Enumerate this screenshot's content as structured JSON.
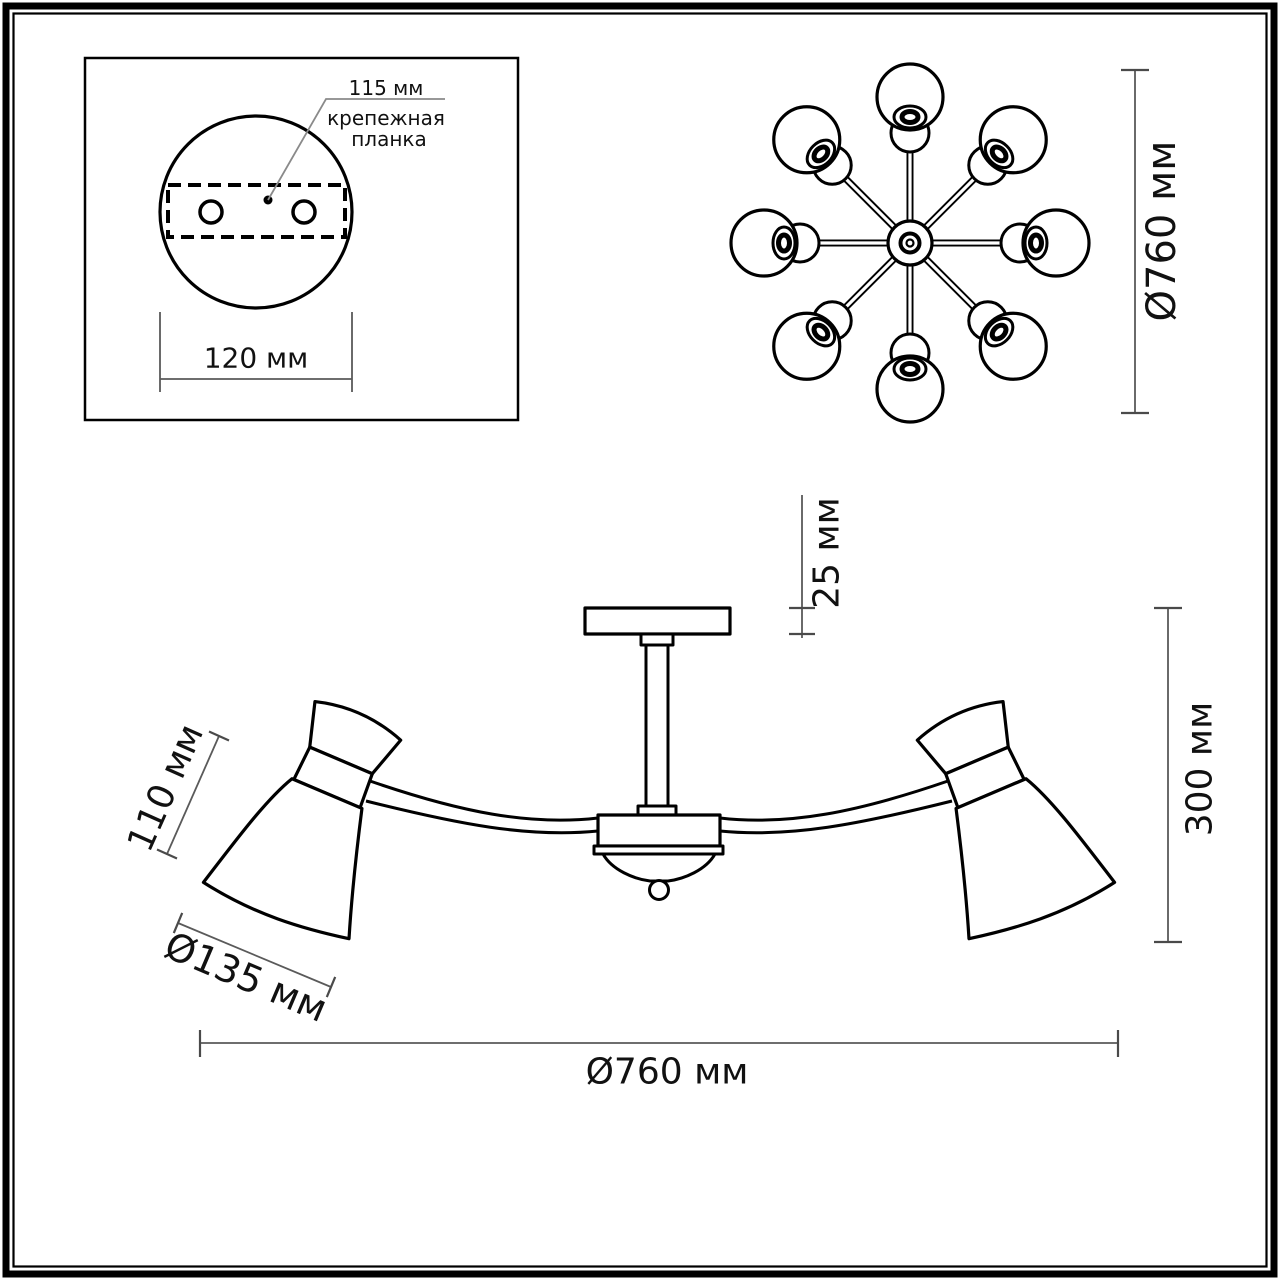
{
  "page": {
    "background": "#ffffff",
    "frame_color": "#000000"
  },
  "colors": {
    "line": "#000000",
    "dimension_line": "#5a5a5a",
    "label_text": "#111111"
  },
  "inset": {
    "bracket_width_label": "115 мм",
    "bracket_caption_line1": "крепежная",
    "bracket_caption_line2": "планка",
    "canopy_diameter_label": "120 мм"
  },
  "top_view": {
    "diameter_label": "Ø760 мм",
    "arm_count": 8
  },
  "side_view": {
    "canopy_height_label": "25 мм",
    "total_height_label": "300 мм",
    "shade_height_label": "110 мм",
    "shade_diameter_label": "Ø135 мм",
    "span_label": "Ø760 мм"
  }
}
